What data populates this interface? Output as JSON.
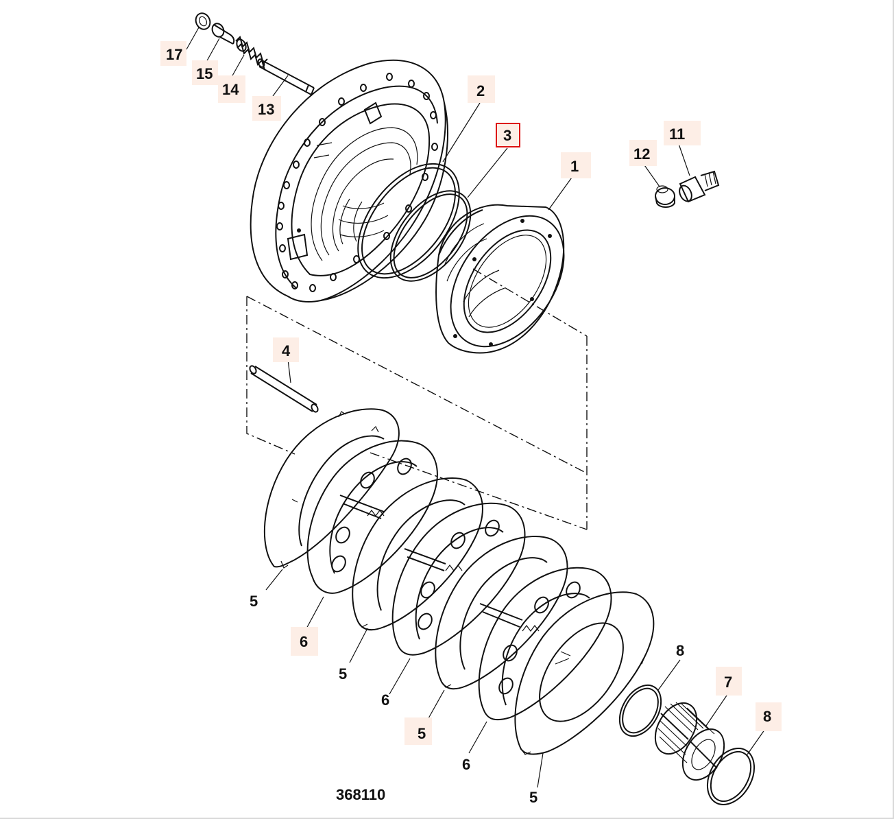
{
  "drawing_number": "368110",
  "selected_part": "3",
  "highlight_color": "#fdeee6",
  "selected_border_color": "#dd1111",
  "callouts": [
    {
      "label": "17",
      "highlighted": true
    },
    {
      "label": "15",
      "highlighted": true
    },
    {
      "label": "14",
      "highlighted": true
    },
    {
      "label": "13",
      "highlighted": true
    },
    {
      "label": "2",
      "highlighted": true
    },
    {
      "label": "3",
      "highlighted": true,
      "selected": true
    },
    {
      "label": "1",
      "highlighted": true
    },
    {
      "label": "12",
      "highlighted": true
    },
    {
      "label": "11",
      "highlighted": true
    },
    {
      "label": "4",
      "highlighted": true
    },
    {
      "label": "5",
      "highlighted": false
    },
    {
      "label": "6",
      "highlighted": true
    },
    {
      "label": "5",
      "highlighted": false
    },
    {
      "label": "6",
      "highlighted": false
    },
    {
      "label": "5",
      "highlighted": true
    },
    {
      "label": "6",
      "highlighted": false
    },
    {
      "label": "5",
      "highlighted": false
    },
    {
      "label": "8",
      "highlighted": false
    },
    {
      "label": "7",
      "highlighted": true
    },
    {
      "label": "8",
      "highlighted": true
    }
  ]
}
